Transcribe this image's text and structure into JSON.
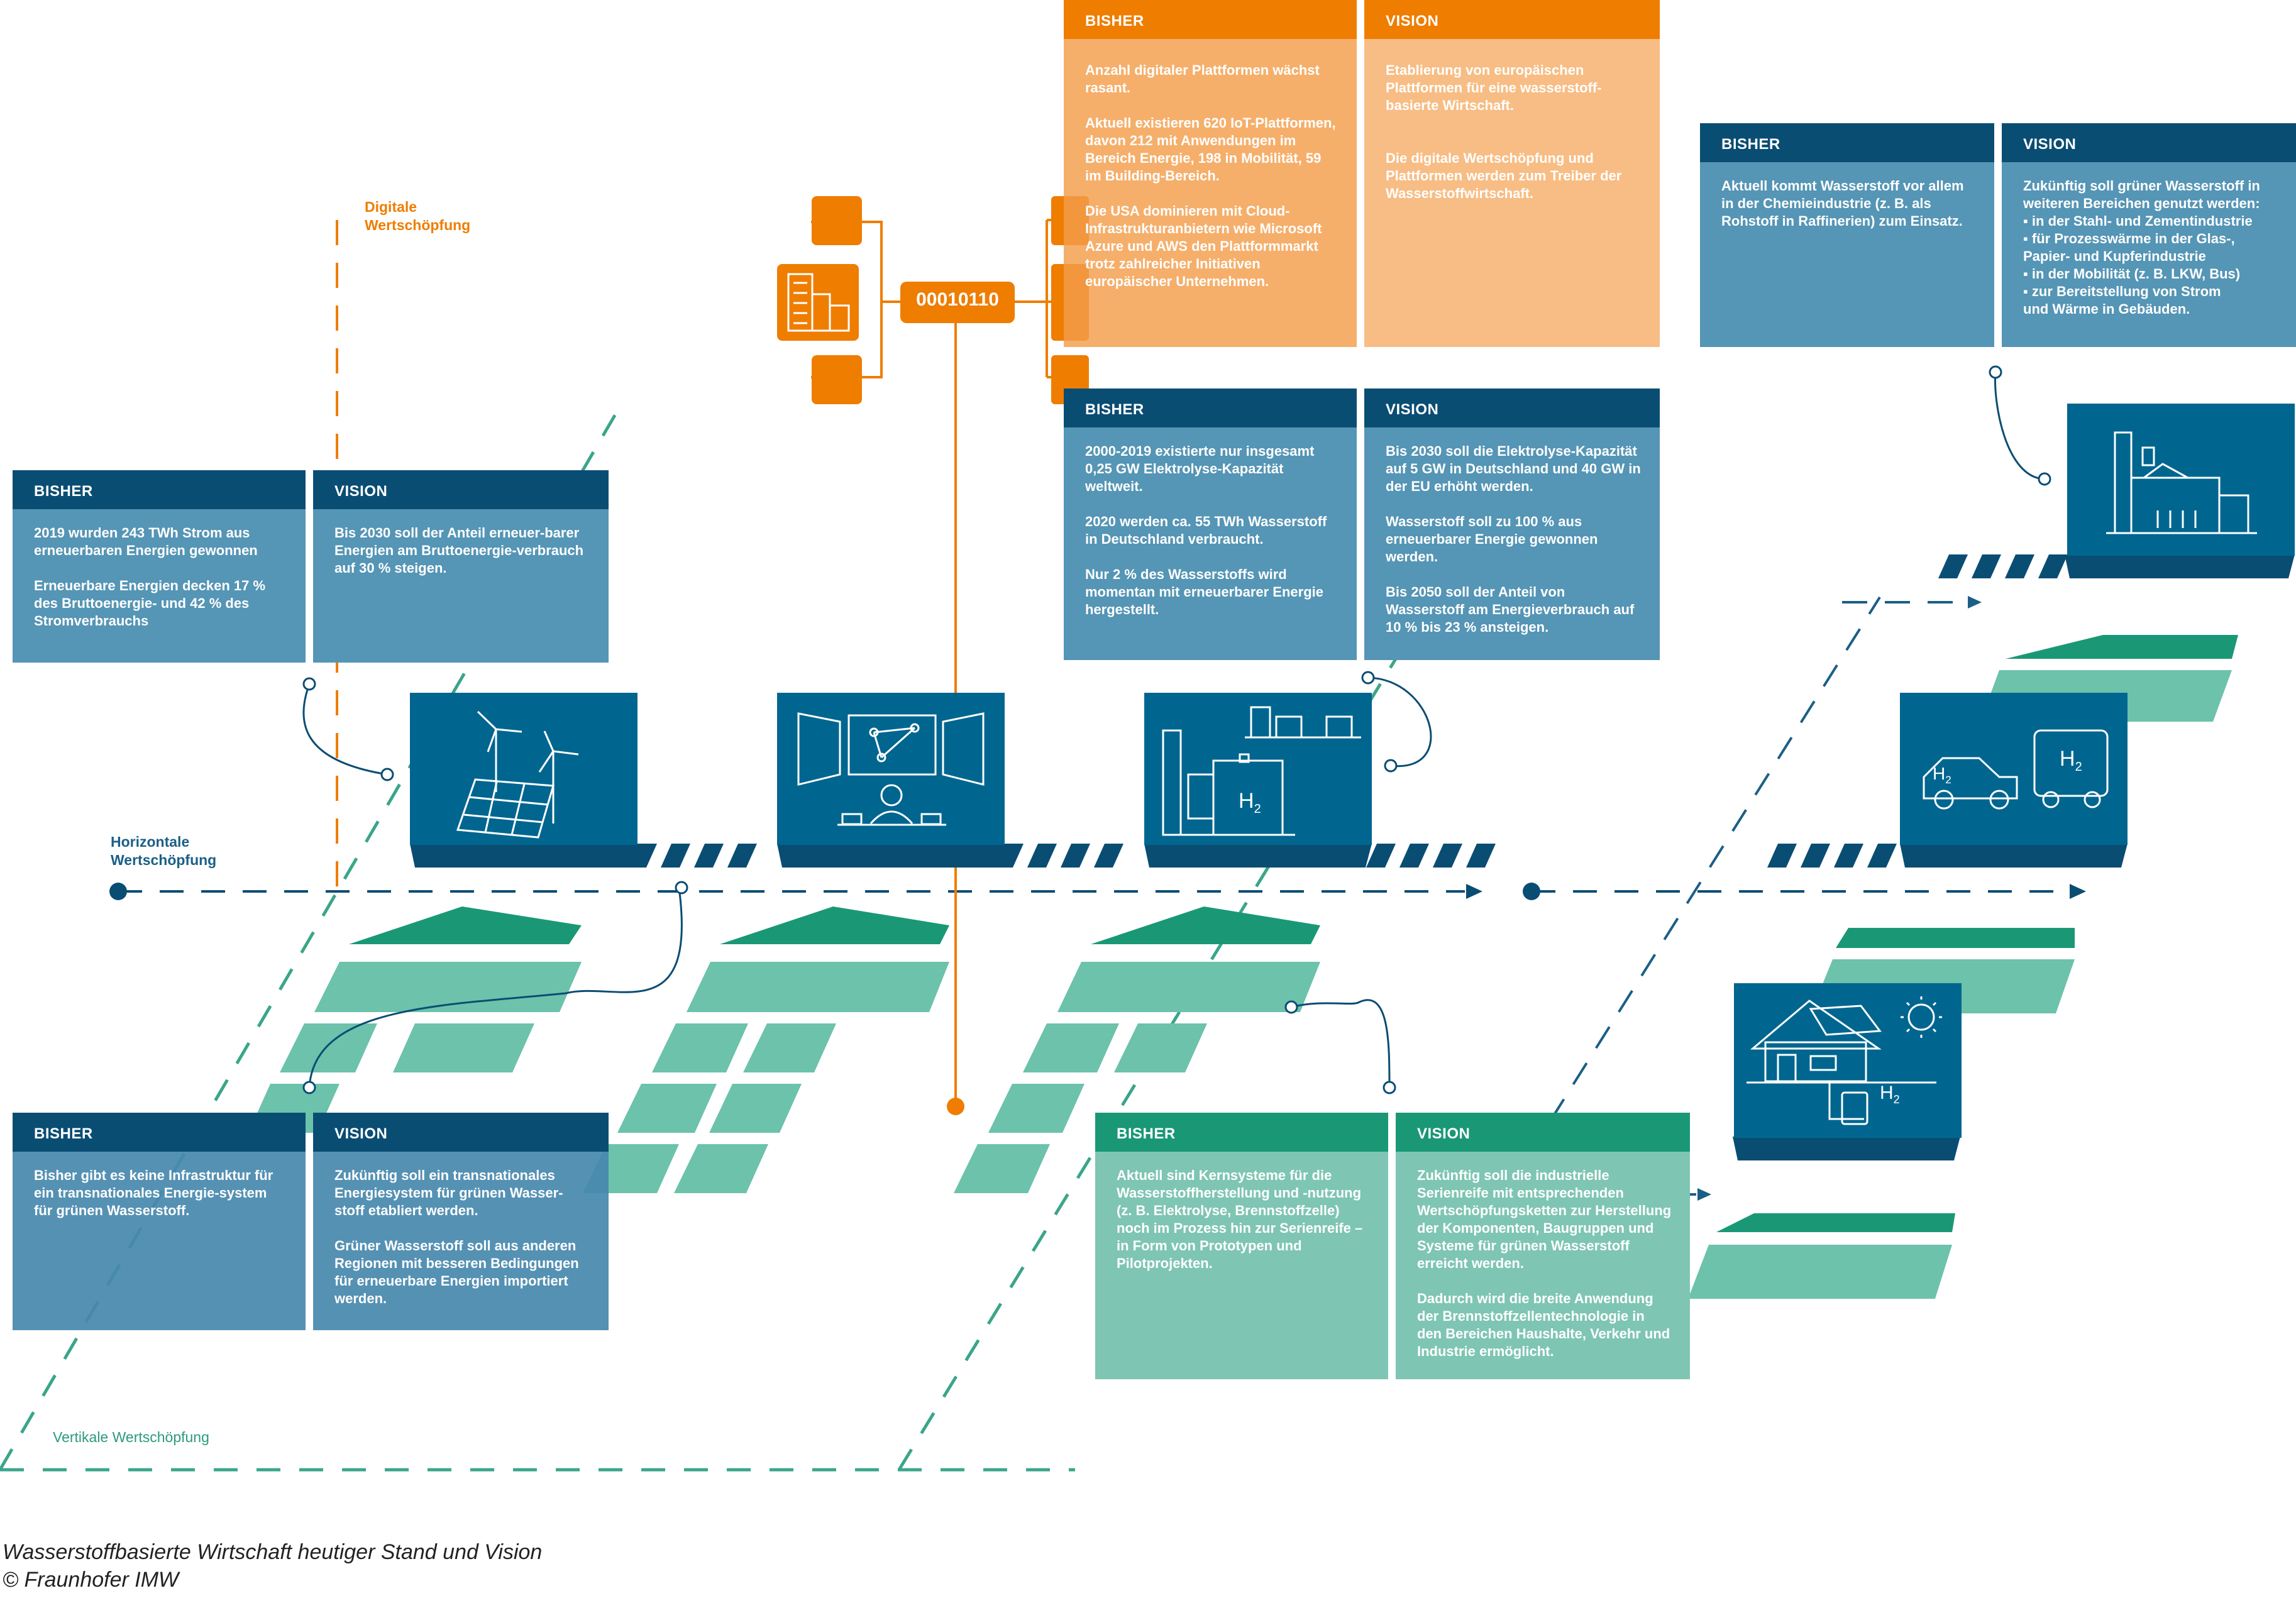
{
  "labels": {
    "digital_axis": "Digitale\nWertschöpfung",
    "horizontal_axis": "Horizontale\nWertschöpfung",
    "vertical_axis": "Vertikale Wertschöpfung",
    "binary": "00010110"
  },
  "icons": {
    "h2_label": "H",
    "h2_sub": "2"
  },
  "cards": [
    {
      "id": "digital-bisher",
      "header": "BISHER",
      "paragraphs": [
        "Anzahl digitaler Plattformen wächst rasant.",
        "Aktuell existieren 620 IoT-Plattformen, davon 212 mit Anwendungen im Bereich Energie, 198 in Mobilität, 59 im Building-Bereich.",
        "Die USA dominieren mit Cloud-Infrastrukturanbietern wie Microsoft Azure und AWS den Plattformmarkt trotz zahlreicher Initiativen europäischer Unternehmen."
      ]
    },
    {
      "id": "digital-vision",
      "header": "VISION",
      "paragraphs": [
        "Etablierung von europäischen Plattformen für eine wasserstoff-basierte Wirtschaft.",
        "Die digitale Wertschöpfung und Plattformen werden zum Treiber der Wasserstoffwirtschaft."
      ]
    },
    {
      "id": "elektrolyse-bisher",
      "header": "BISHER",
      "paragraphs": [
        "2000-2019 existierte nur insgesamt 0,25 GW Elektrolyse-Kapazität weltweit.",
        "2020 werden ca. 55 TWh Wasserstoff in Deutschland verbraucht.",
        "Nur 2 % des Wasserstoffs wird momentan mit erneuerbarer Energie hergestellt."
      ]
    },
    {
      "id": "elektrolyse-vision",
      "header": "VISION",
      "paragraphs": [
        "Bis 2030 soll die Elektrolyse-Kapazität auf 5 GW in Deutschland und 40 GW in der EU erhöht werden.",
        "Wasserstoff soll zu 100 % aus erneuerbarer Energie gewonnen werden.",
        "Bis 2050 soll der Anteil von Wasserstoff am Energieverbrauch auf 10 % bis 23 % ansteigen."
      ]
    },
    {
      "id": "industrie-bisher",
      "header": "BISHER",
      "paragraphs": [
        "Aktuell kommt Wasserstoff vor allem in der Chemieindustrie (z. B. als Rohstoff in Raffinerien) zum Einsatz."
      ]
    },
    {
      "id": "industrie-vision",
      "header": "VISION",
      "paragraphs": [
        "Zukünftig soll grüner Wasserstoff in weiteren Bereichen genutzt werden:\n▪ in der Stahl- und Zementindustrie\n▪ für Prozesswärme in der Glas-,\n   Papier- und Kupferindustrie\n▪ in der Mobilität (z. B. LKW, Bus)\n▪ zur Bereitstellung von Strom\n   und Wärme in Gebäuden."
      ]
    },
    {
      "id": "energie-bisher",
      "header": "BISHER",
      "paragraphs": [
        "2019 wurden 243 TWh Strom aus erneuerbaren Energien gewonnen",
        "Erneuerbare Energien decken 17 % des Bruttoenergie- und 42 % des Stromverbrauchs"
      ]
    },
    {
      "id": "energie-vision",
      "header": "VISION",
      "paragraphs": [
        "Bis 2030 soll der Anteil erneuer-barer Energien am Bruttoenergie-verbrauch auf 30 % steigen."
      ]
    },
    {
      "id": "infra-bisher",
      "header": "BISHER",
      "paragraphs": [
        "Bisher gibt es keine Infrastruktur für ein transnationales Energie-system für grünen Wasserstoff."
      ]
    },
    {
      "id": "infra-vision",
      "header": "VISION",
      "paragraphs": [
        "Zukünftig soll ein transnationales Energiesystem für grünen Wasser-stoff etabliert werden.",
        "Grüner Wasserstoff soll aus anderen Regionen mit besseren Bedingungen für erneuerbare Energien importiert werden."
      ]
    },
    {
      "id": "serien-bisher",
      "header": "BISHER",
      "paragraphs": [
        "Aktuell sind Kernsysteme für die Wasserstoffherstellung und -nutzung (z. B. Elektrolyse, Brennstoffzelle) noch im Prozess hin zur Serienreife – in Form von Prototypen und Pilotprojekten."
      ]
    },
    {
      "id": "serien-vision",
      "header": "VISION",
      "paragraphs": [
        "Zukünftig soll die industrielle Serienreife mit entsprechenden Wertschöpfungsketten zur Herstellung der Komponenten, Baugruppen und Systeme für grünen Wasserstoff erreicht werden.",
        "Dadurch wird die breite Anwendung der Brennstoffzellentechnologie in den Bereichen Haushalte, Verkehr und Industrie ermöglicht."
      ]
    }
  ],
  "caption": {
    "line1": "Wasserstoffbasierte Wirtschaft heutiger Stand und Vision",
    "line2": "© Fraunhofer IMW"
  },
  "colors": {
    "orange": "#ef7d00",
    "orange_light": "#f7bd84",
    "blue_dark": "#0a4d73",
    "blue_mid": "#00668f",
    "blue_card": "#5595b5",
    "green": "#1a9876",
    "green_light": "#6cc2ab",
    "green_card": "#7fc5b3"
  }
}
